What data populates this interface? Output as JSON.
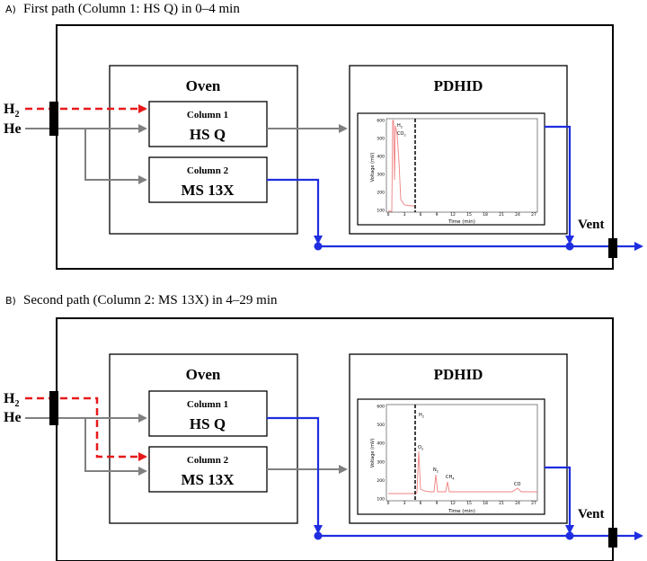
{
  "panels": [
    {
      "tag": "A)",
      "title": "First path (Column 1: HS Q) in 0–4 min",
      "gases": {
        "h2": "H",
        "h2_sub": "2",
        "he": "He"
      },
      "oven": {
        "label": "Oven",
        "col1": {
          "name": "Column 1",
          "phase": "HS Q"
        },
        "col2": {
          "name": "Column 2",
          "phase": "MS 13X"
        }
      },
      "detector": {
        "label": "PDHID",
        "vent": "Vent"
      },
      "inset": {
        "xlabel": "Time (min)",
        "ylabel": "Voltage (mV)",
        "peaks": [
          {
            "label": "H",
            "sub": "2"
          },
          {
            "label": "CO",
            "sub": "2"
          }
        ]
      },
      "active_column": 1
    },
    {
      "tag": "B)",
      "title": "Second path (Column 2: MS 13X) in 4–29 min",
      "gases": {
        "h2": "H",
        "h2_sub": "2",
        "he": "He"
      },
      "oven": {
        "label": "Oven",
        "col1": {
          "name": "Column 1",
          "phase": "HS Q"
        },
        "col2": {
          "name": "Column 2",
          "phase": "MS 13X"
        }
      },
      "detector": {
        "label": "PDHID",
        "vent": "Vent"
      },
      "inset": {
        "xlabel": "Time (min)",
        "ylabel": "Voltage (mV)",
        "peaks": [
          {
            "label": "H",
            "sub": "2"
          },
          {
            "label": "O",
            "sub": "2"
          },
          {
            "label": "N",
            "sub": "2"
          },
          {
            "label": "CH",
            "sub": "4"
          },
          {
            "label": "CO",
            "sub": ""
          }
        ]
      },
      "active_column": 2
    }
  ],
  "inset_axes": {
    "y_ticks": [
      "600",
      "500",
      "400",
      "300",
      "200",
      "100"
    ],
    "x_ticks": [
      "0",
      "3",
      "6",
      "9",
      "12",
      "15",
      "18",
      "21",
      "24",
      "27"
    ]
  },
  "colors": {
    "helium_line": "#808080",
    "hydrogen_line": "#e8191a",
    "eluent_line": "#1f2ee0",
    "chromatogram": "#f08080",
    "marker": "#000000"
  }
}
